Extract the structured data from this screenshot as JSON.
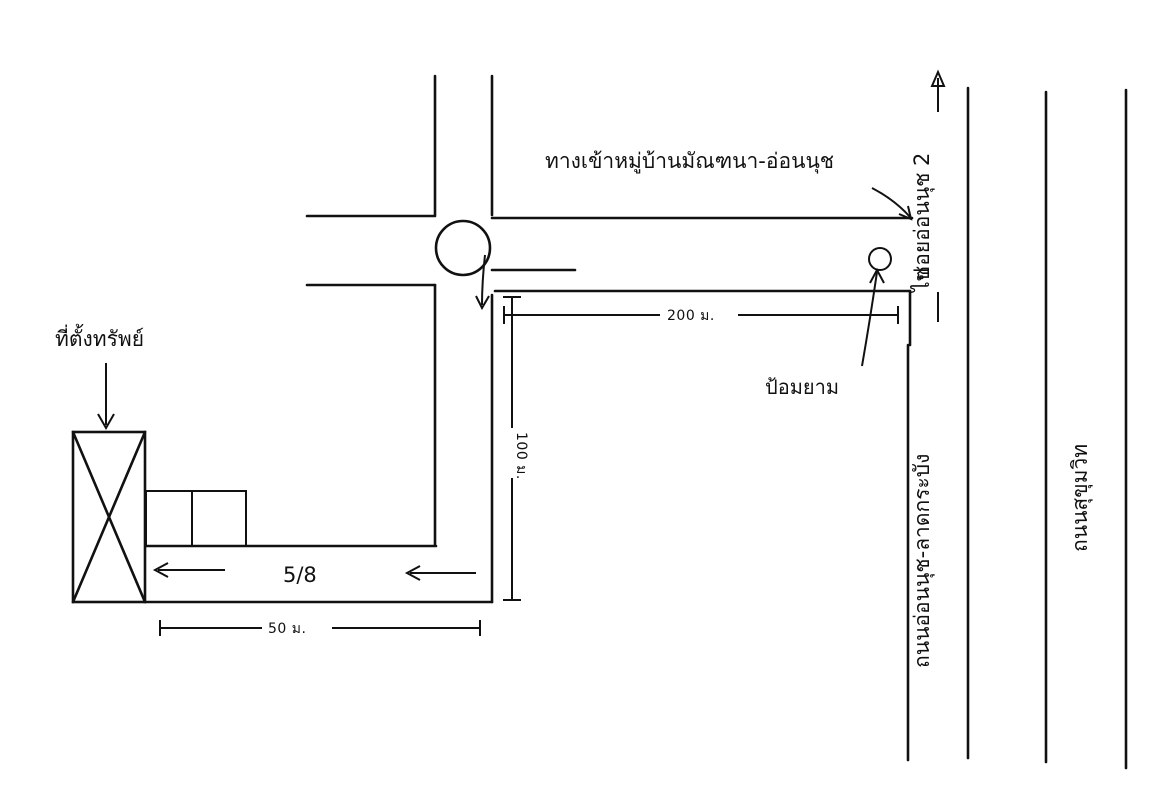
{
  "labels": {
    "property_location": "ที่ตั้งทรัพย์",
    "village_entrance": "ทางเข้าหมู่บ้านมัณฑนา-อ่อนนุช",
    "police_box": "ป้อมยาม",
    "soi_number": "5/8",
    "road_upper": "ซอยอ่อนนุช 2",
    "road_upper_prefix": "ไป",
    "road_main": "ถนนอ่อนนุช-ลาดกระบัง",
    "road_far": "ถนนสุขุมวิท"
  },
  "dimensions": {
    "distance_200": "200 ม.",
    "distance_100": "100 ม.",
    "distance_50": "50 ม."
  }
}
